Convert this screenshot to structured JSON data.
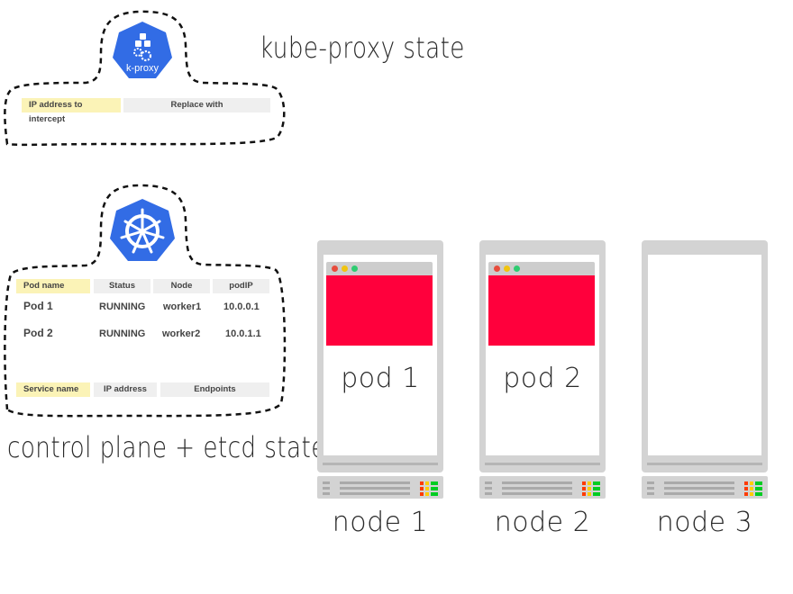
{
  "colors": {
    "k8s_blue": "#326ce5",
    "pod_red": "#ff003c",
    "header_yellow": "#fbf3b7",
    "header_gray": "#efefef",
    "node_gray": "#d3d3d3",
    "dot_red": "#e74c3c",
    "dot_yellow": "#f1c40f",
    "dot_green": "#2ecc71",
    "led_red": "#ff3b00",
    "led_yellow": "#ffcc00",
    "led_green": "#00cc22"
  },
  "kube_proxy": {
    "title": "kube-proxy state",
    "logo_text": "k-proxy",
    "logo_icon": "k-proxy-icon",
    "table_headers": [
      "IP address to intercept",
      "Replace with"
    ]
  },
  "control_plane": {
    "title": "control plane + etcd state",
    "logo_icon": "kubernetes-helm-icon",
    "pods_table": {
      "headers": [
        "Pod name",
        "Status",
        "Node",
        "podIP"
      ],
      "rows": [
        [
          "Pod 1",
          "RUNNING",
          "worker1",
          "10.0.0.1"
        ],
        [
          "Pod 2",
          "RUNNING",
          "worker2",
          "10.0.1.1"
        ]
      ]
    },
    "services_table": {
      "headers": [
        "Service name",
        "IP address",
        "Endpoints"
      ]
    }
  },
  "nodes": [
    {
      "label": "node 1",
      "pod": "pod 1"
    },
    {
      "label": "node 2",
      "pod": "pod 2"
    },
    {
      "label": "node 3",
      "pod": null
    }
  ]
}
